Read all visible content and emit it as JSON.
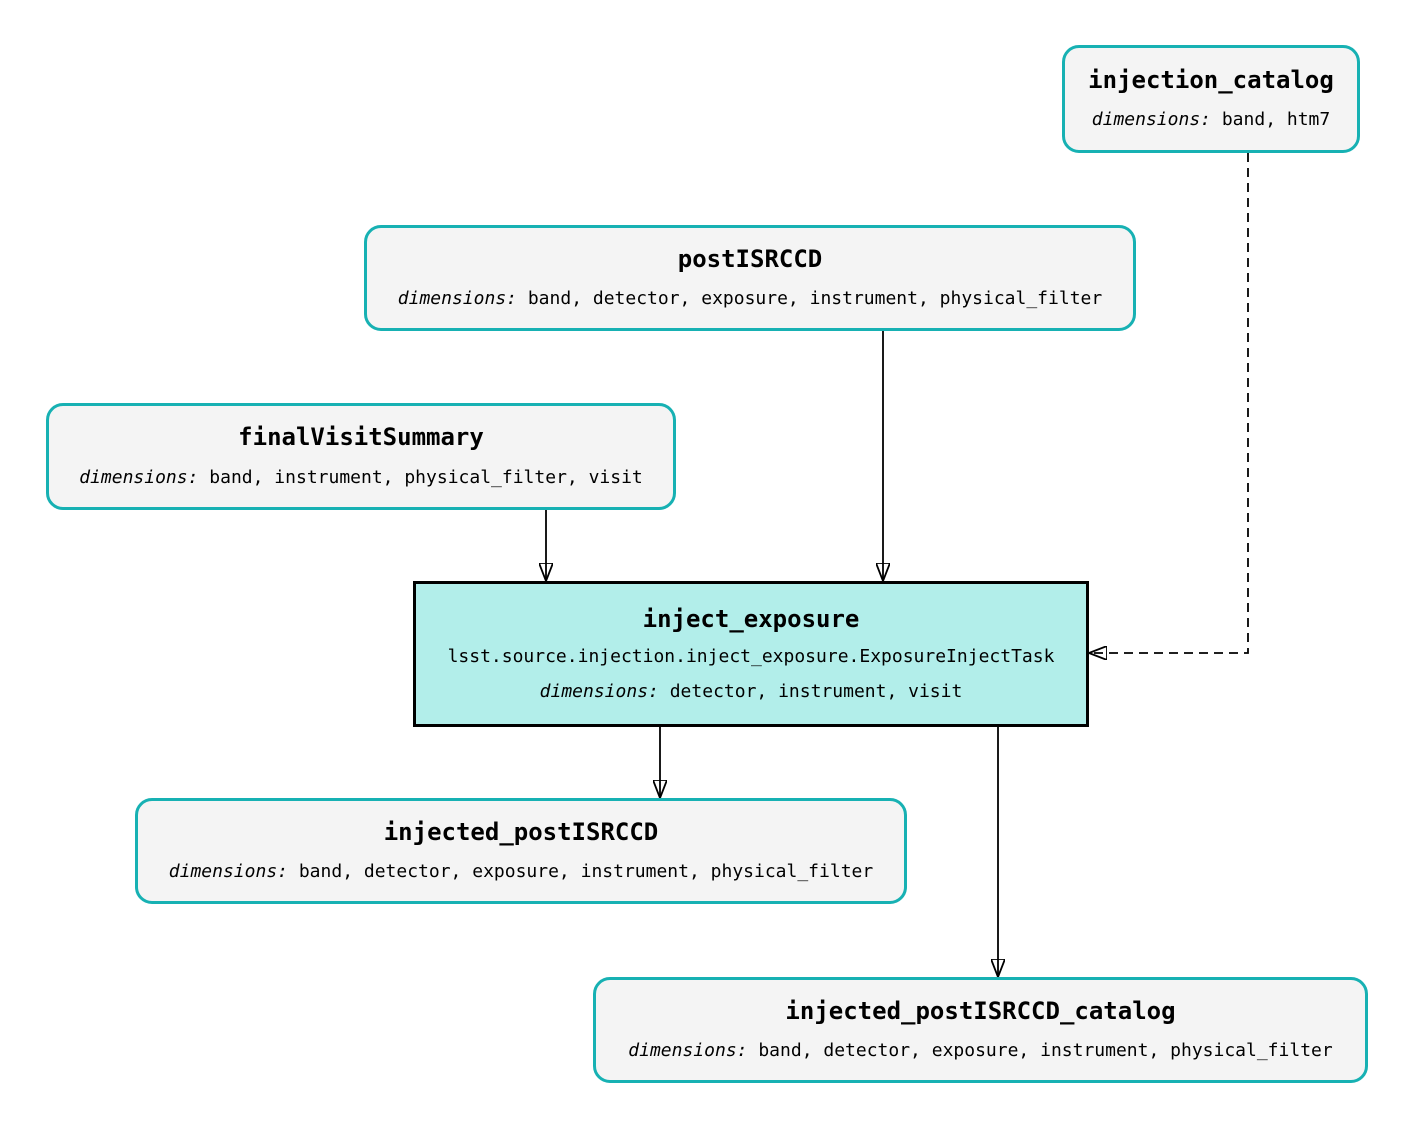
{
  "diagram": {
    "type": "pipeline-task-graph",
    "colors": {
      "dataset_border": "#17b1b3",
      "dataset_fill": "#f4f4f4",
      "task_border": "#000000",
      "task_fill": "#b2eeea",
      "edge_color": "#000000",
      "text_color": "#000000",
      "background": "#ffffff"
    },
    "nodes": {
      "injection_catalog": {
        "type": "dataset",
        "title": "injection_catalog",
        "dimensions_label": "dimensions:",
        "dimensions": "band, htm7"
      },
      "postISRCCD": {
        "type": "dataset",
        "title": "postISRCCD",
        "dimensions_label": "dimensions:",
        "dimensions": "band, detector, exposure, instrument, physical_filter"
      },
      "finalVisitSummary": {
        "type": "dataset",
        "title": "finalVisitSummary",
        "dimensions_label": "dimensions:",
        "dimensions": "band, instrument, physical_filter, visit"
      },
      "inject_exposure": {
        "type": "task",
        "title": "inject_exposure",
        "task_class": "lsst.source.injection.inject_exposure.ExposureInjectTask",
        "dimensions_label": "dimensions:",
        "dimensions": "detector, instrument, visit"
      },
      "injected_postISRCCD": {
        "type": "dataset",
        "title": "injected_postISRCCD",
        "dimensions_label": "dimensions:",
        "dimensions": "band, detector, exposure, instrument, physical_filter"
      },
      "injected_postISRCCD_catalog": {
        "type": "dataset",
        "title": "injected_postISRCCD_catalog",
        "dimensions_label": "dimensions:",
        "dimensions": "band, detector, exposure, instrument, physical_filter"
      }
    },
    "edges": [
      {
        "from": "finalVisitSummary",
        "to": "inject_exposure",
        "style": "solid"
      },
      {
        "from": "postISRCCD",
        "to": "inject_exposure",
        "style": "solid"
      },
      {
        "from": "injection_catalog",
        "to": "inject_exposure",
        "style": "dashed"
      },
      {
        "from": "inject_exposure",
        "to": "injected_postISRCCD",
        "style": "solid"
      },
      {
        "from": "inject_exposure",
        "to": "injected_postISRCCD_catalog",
        "style": "solid"
      }
    ]
  }
}
